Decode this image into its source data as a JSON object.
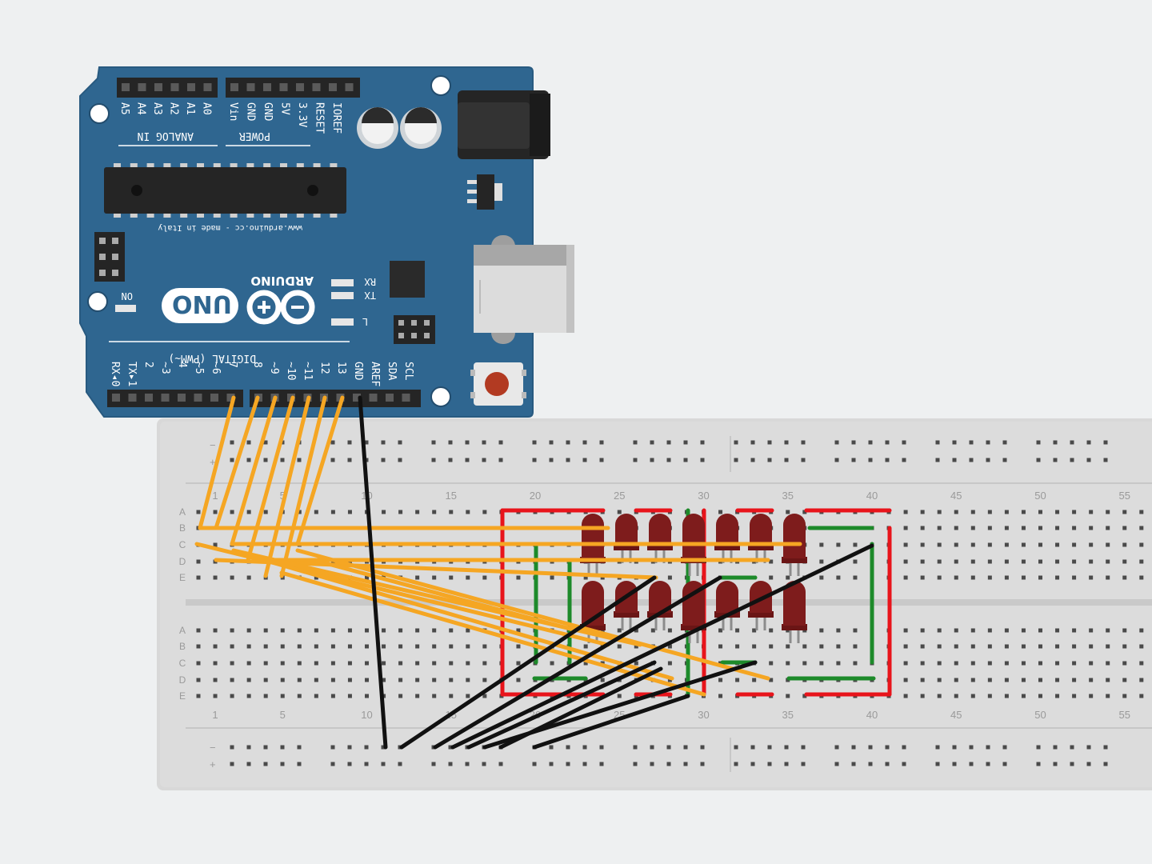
{
  "board": {
    "name": "ARDUINO",
    "model": "UNO",
    "website": "www.arduino.cc - made in Italy",
    "on_label": "ON",
    "rx_label": "RX",
    "tx_label": "TX",
    "l_label": "L",
    "analog_header": "ANALOG IN",
    "power_header": "POWER",
    "digital_header": "DIGITAL (PWM~)",
    "analog_pins": [
      "A5",
      "A4",
      "A3",
      "A2",
      "A1",
      "A0"
    ],
    "power_pins": [
      "Vin",
      "GND",
      "GND",
      "5V",
      "3.3V",
      "RESET",
      "IOREF"
    ],
    "digital_pins": [
      "RX◂0",
      "TX▸1",
      "2",
      "~3",
      "4",
      "~5",
      "~6",
      "7",
      "8",
      "~9",
      "~10",
      "~11",
      "12",
      "13",
      "GND",
      "AREF",
      "SDA",
      "SCL"
    ]
  },
  "breadboard": {
    "column_numbers": [
      "1",
      "5",
      "10",
      "15",
      "20",
      "25",
      "30",
      "35",
      "40",
      "45",
      "50",
      "55"
    ],
    "row_letters": [
      "A",
      "B",
      "C",
      "D",
      "E"
    ],
    "rail_minus": "−",
    "rail_plus": "+"
  },
  "colors": {
    "board": "#2f6690",
    "breadboard": "#d9d9d9",
    "wire_signal": "#f5a623",
    "wire_ground": "#111111",
    "wire_red": "#e8141b",
    "wire_green": "#1d8a2a",
    "led": "#7e1c1c"
  }
}
